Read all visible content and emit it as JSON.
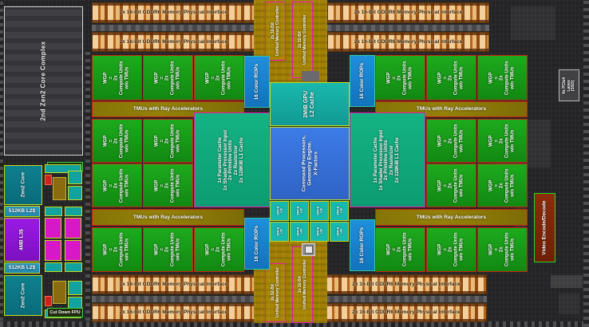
{
  "chip": {
    "cpu": {
      "complex2_label": "2nd Zen2 Core Complex",
      "core_label": "Zen2 Core",
      "l2_label": "512KB L2$",
      "l3_label": "4MB L3$",
      "fpu_label": "Cut Down FPU"
    },
    "memory": {
      "phy_label": "2x 16-Bit GDDR6 Memory Physical Interface",
      "umc_label": "2x 32-Bit\nUnified Memory Controller"
    },
    "gpu": {
      "wgp_label": "WGP\n=\n2x\nCompute Units\nw/o TMUs",
      "tmu_label": "TMUs with Ray Accelerators",
      "rops_label": "16 Color ROPs",
      "shader_array_label": "1x Parameter Cache\n1x Shader Processor Input\n2x Primitive Units\n2x Rasterizer\n2x 128KiB L1 Cache",
      "l2_label": "2MiB GPU\nL2 Cache",
      "l2_slice_label": "256KB\nL2$",
      "front_end_label": "Command Processors,\nGeometry Engine,\nX-Factors"
    },
    "io": {
      "pcie_label": "4x PCIe4\nLanes\n(SSD)",
      "video_label": "Video Encode/Decode"
    },
    "colors": {
      "wgp_green": "#1dab1d",
      "red_border": "#cc2110",
      "tmu_olive": "#94810a",
      "rops_blue": "#1f8fdc",
      "param_teal": "#14b384",
      "l2_teal": "#19b8ae",
      "cmd_blue": "#3c7ce8",
      "lime_border": "#c3da1e",
      "magenta_border": "#e818b0",
      "umc_gold": "#a07f04",
      "gddr_orange": "#a85b14",
      "zen_teal": "#0f808f",
      "l3_purple": "#9a1ae4",
      "mag_cell": "#d818c8"
    }
  }
}
